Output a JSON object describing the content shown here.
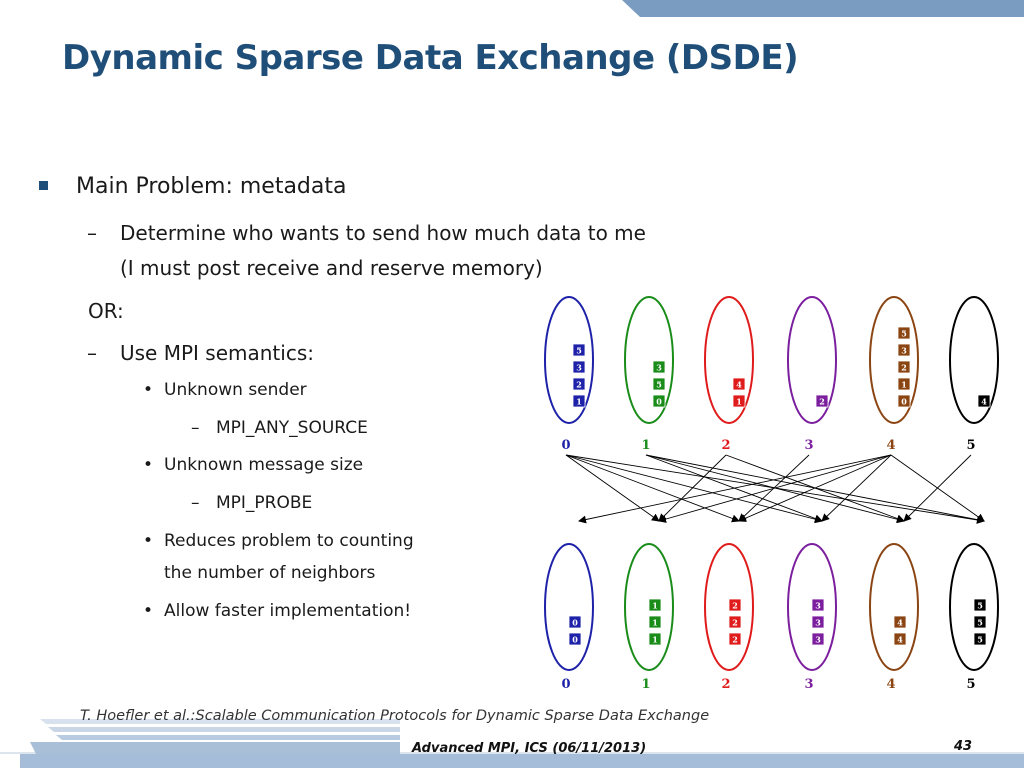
{
  "slide": {
    "title": "Dynamic Sparse Data Exchange (DSDE)",
    "bullets": {
      "main": "Main Problem: metadata",
      "determine_line1": "Determine who wants to send how much data to me",
      "determine_line2": "(I must post receive and reserve memory)",
      "or": "OR:",
      "use_mpi": "Use MPI semantics:",
      "unknown_sender": "Unknown sender",
      "any_source": "MPI_ANY_SOURCE",
      "unknown_size": "Unknown message size",
      "probe": "MPI_PROBE",
      "reduces_line1": "Reduces problem to counting",
      "reduces_line2": "the number of neighbors",
      "allow": "Allow faster implementation!"
    },
    "bullet_marks": {
      "dash": "–",
      "dot": "•"
    },
    "citation": "T. Hoefler et al.:Scalable Communication Protocols for Dynamic Sparse Data Exchange",
    "footer": {
      "course": "Advanced MPI, ICS (06/11/2013)",
      "page": "43"
    }
  },
  "diagram": {
    "processes": [
      {
        "rank": "0",
        "color": "#1e22a8",
        "send": [
          "5",
          "3",
          "2",
          "1"
        ],
        "recv": [
          "0",
          "0"
        ]
      },
      {
        "rank": "1",
        "color": "#1a8c1a",
        "send": [
          "3",
          "5",
          "0"
        ],
        "recv": [
          "1",
          "1",
          "1"
        ]
      },
      {
        "rank": "2",
        "color": "#e01b1b",
        "send": [
          "4",
          "1"
        ],
        "recv": [
          "2",
          "2",
          "2"
        ]
      },
      {
        "rank": "3",
        "color": "#7b1f9e",
        "send": [
          "2"
        ],
        "recv": [
          "3",
          "3",
          "3"
        ]
      },
      {
        "rank": "4",
        "color": "#8b4513",
        "send": [
          "5",
          "3",
          "2",
          "1",
          "0"
        ],
        "recv": [
          "4",
          "4"
        ]
      },
      {
        "rank": "5",
        "color": "#000000",
        "send": [
          "4"
        ],
        "recv": [
          "5",
          "5",
          "5"
        ]
      }
    ],
    "messages": [
      [
        "0",
        "1"
      ],
      [
        "0",
        "2"
      ],
      [
        "0",
        "3"
      ],
      [
        "0",
        "5"
      ],
      [
        "1",
        "3"
      ],
      [
        "1",
        "4"
      ],
      [
        "1",
        "5"
      ],
      [
        "2",
        "4"
      ],
      [
        "2",
        "1"
      ],
      [
        "3",
        "2"
      ],
      [
        "4",
        "5"
      ],
      [
        "4",
        "3"
      ],
      [
        "4",
        "2"
      ],
      [
        "4",
        "1"
      ],
      [
        "4",
        "0"
      ],
      [
        "5",
        "4"
      ]
    ]
  }
}
